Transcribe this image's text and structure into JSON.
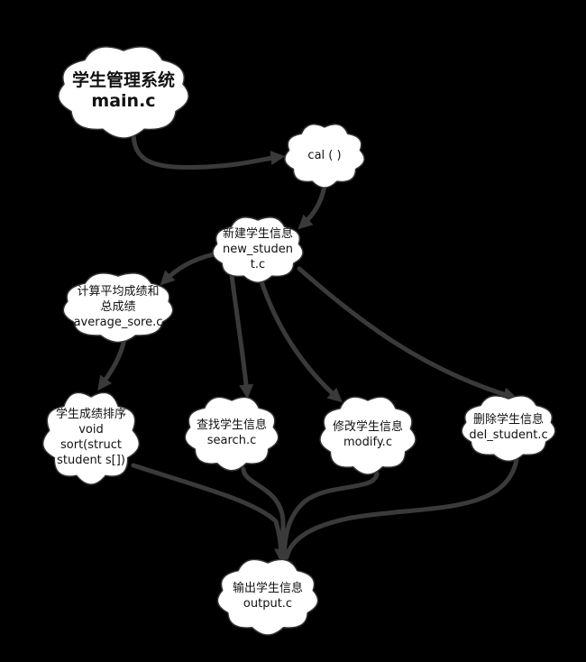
{
  "nodes": {
    "main": {
      "lines": [
        "学生管理系统",
        "main.c"
      ]
    },
    "cal": {
      "lines": [
        "cal ( )"
      ]
    },
    "new_student": {
      "lines": [
        "新建学生信息",
        "new_studen",
        "t.c"
      ]
    },
    "average": {
      "lines": [
        "计算平均成绩和",
        "总成绩",
        "average_sore.c"
      ]
    },
    "sort": {
      "lines": [
        "学生成绩排序",
        "void",
        "sort(struct",
        "student s[])"
      ]
    },
    "search": {
      "lines": [
        "查找学生信息",
        "search.c"
      ]
    },
    "modify": {
      "lines": [
        "修改学生信息",
        "modify.c"
      ]
    },
    "del": {
      "lines": [
        "删除学生信息",
        "del_student.c"
      ]
    },
    "output": {
      "lines": [
        "输出学生信息",
        "output.c"
      ]
    }
  },
  "edges": [
    {
      "from": "main",
      "to": "cal"
    },
    {
      "from": "cal",
      "to": "new_student"
    },
    {
      "from": "new_student",
      "to": "average"
    },
    {
      "from": "average",
      "to": "sort"
    },
    {
      "from": "new_student",
      "to": "search"
    },
    {
      "from": "new_student",
      "to": "modify"
    },
    {
      "from": "new_student",
      "to": "del"
    },
    {
      "from": "sort",
      "to": "output"
    },
    {
      "from": "search",
      "to": "output"
    },
    {
      "from": "modify",
      "to": "output"
    },
    {
      "from": "del",
      "to": "output"
    }
  ],
  "colors": {
    "background": "#000000",
    "node_fill": "#ffffff",
    "node_stroke": "#333333",
    "edge": "#3a3a3a",
    "text": "#111111"
  }
}
